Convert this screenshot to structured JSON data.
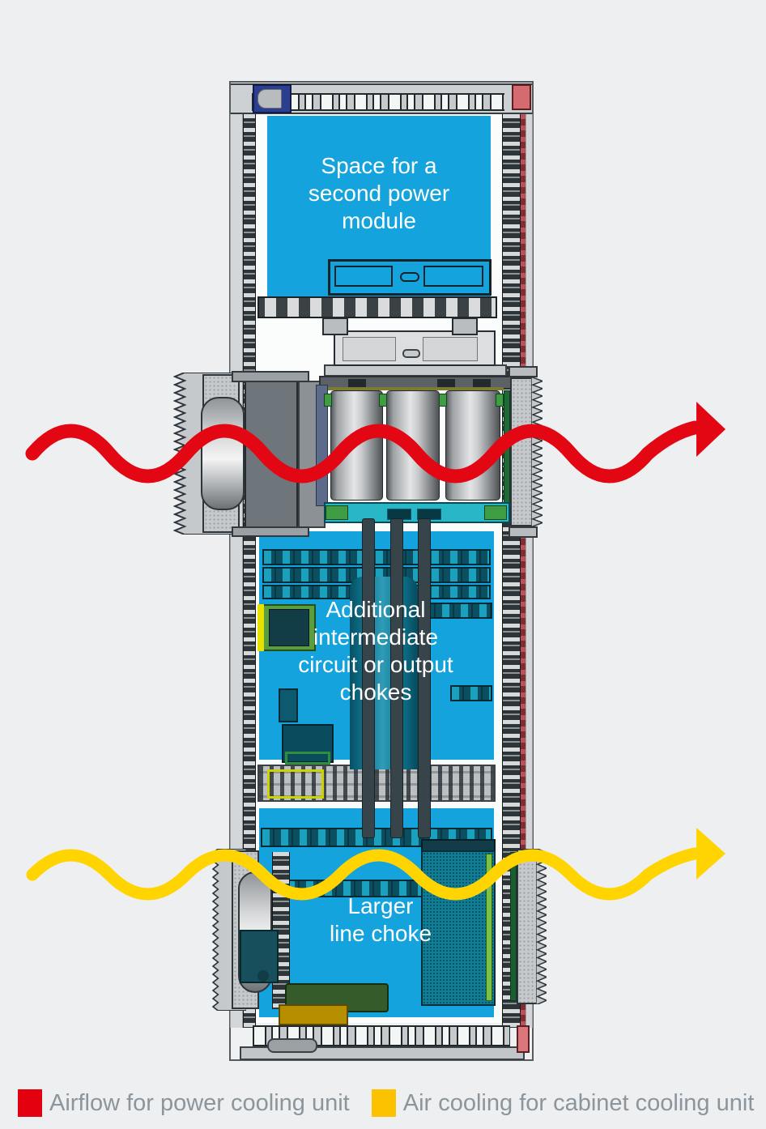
{
  "panels": {
    "space": {
      "label": "Space for a\nsecond power\nmodule"
    },
    "chokes": {
      "label": "Additional\nintermediate\ncircuit or output\nchokes"
    },
    "line_choke": {
      "label": "Larger\nline choke"
    }
  },
  "legend": {
    "items": [
      {
        "label": "Airflow for power cooling unit",
        "color": "#e3000f"
      },
      {
        "label": "Air cooling for cabinet cooling unit",
        "color": "#fcc200"
      }
    ]
  },
  "colors": {
    "background": "#edeff0",
    "highlight_blue": "#14a3dc",
    "airflow_red": "#e30613",
    "airflow_yellow": "#ffd400",
    "label_text": "#ffffff",
    "legend_text": "#8c959b",
    "cabinet_gray": "#ced1d3",
    "component_teal": "#0e7f96"
  }
}
